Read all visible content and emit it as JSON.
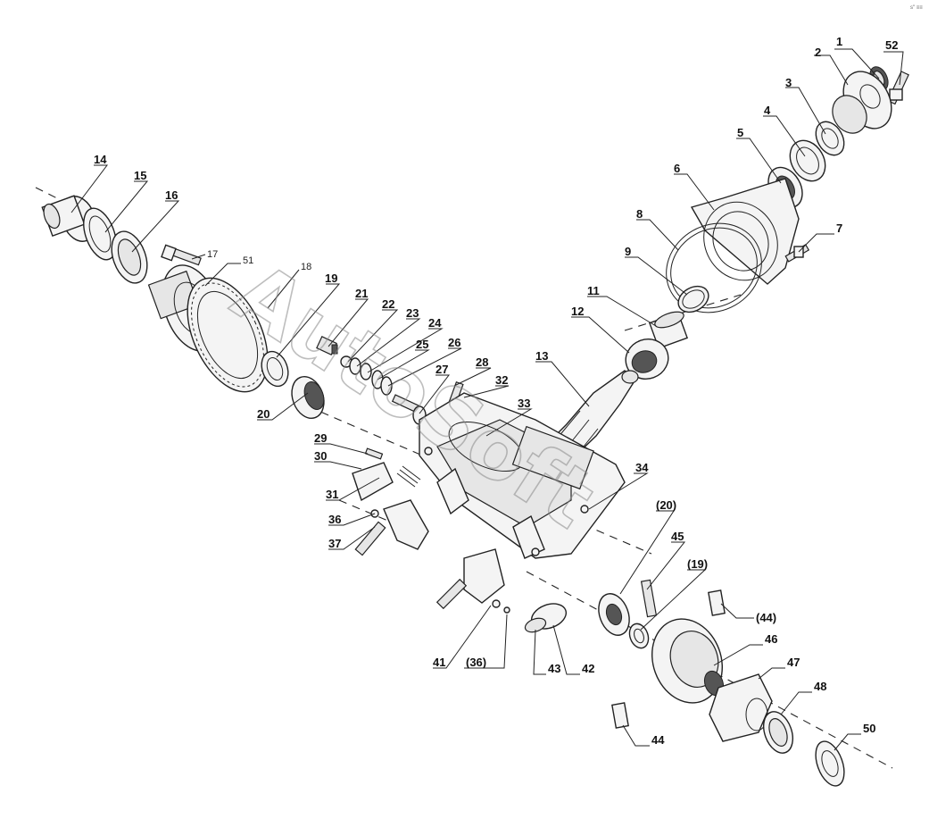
{
  "watermark": "AutoSoft",
  "corner_mark": "s\" ≡≡",
  "callouts": {
    "c1": "1",
    "c2": "2",
    "c3": "3",
    "c4": "4",
    "c5": "5",
    "c6": "6",
    "c7": "7",
    "c8": "8",
    "c9": "9",
    "c11": "11",
    "c12": "12",
    "c13": "13",
    "c14": "14",
    "c15": "15",
    "c16": "16",
    "c17": "17",
    "c18": "18",
    "c19": "19",
    "c20": "20",
    "c21": "21",
    "c22": "22",
    "c23": "23",
    "c24": "24",
    "c25": "25",
    "c26": "26",
    "c27": "27",
    "c28": "28",
    "c29": "29",
    "c30": "30",
    "c31": "31",
    "c32": "32",
    "c33": "33",
    "c34": "34",
    "c36": "36",
    "c37": "37",
    "c41": "41",
    "c42": "42",
    "c43": "43",
    "c44": "44",
    "c45": "45",
    "c46": "46",
    "c47": "47",
    "c48": "48",
    "c50": "50",
    "c51": "51",
    "c52": "52",
    "c20p": "(20)",
    "c19p": "(19)",
    "c44p": "(44)",
    "c36p": "(36)"
  }
}
